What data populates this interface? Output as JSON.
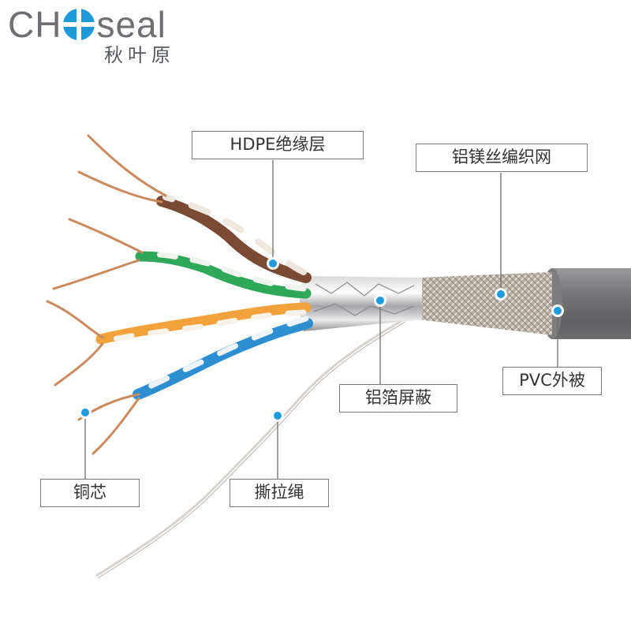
{
  "brand": {
    "name": "CHOseal",
    "name_left": "CH",
    "name_right": "seal",
    "chinese_name": "秋叶原"
  },
  "colors": {
    "brand_blue": "#1f9ad6",
    "brand_gray": "#6d6f73",
    "callout_blue": "#1e9be0",
    "jacket_gray": "#6f6f71"
  },
  "callouts": {
    "insulation": "HDPE绝缘层",
    "braid": "铝镁丝编织网",
    "jacket": "PVC外被",
    "foil": "铝箔屏蔽",
    "copper": "铜芯",
    "ripcord": "撕拉绳"
  }
}
